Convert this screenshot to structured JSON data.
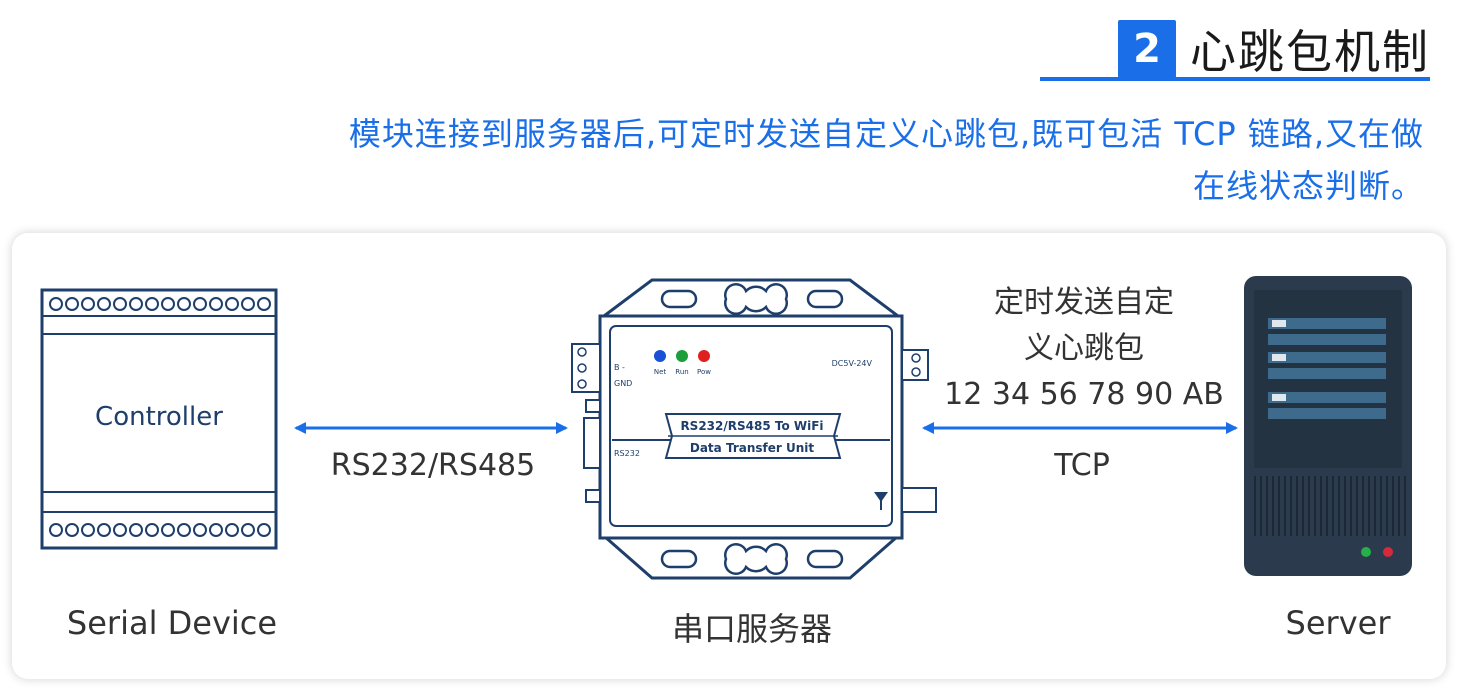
{
  "header": {
    "number": "2",
    "title": "心跳包机制"
  },
  "intro": {
    "line1": "模块连接到服务器后,可定时发送自定义心跳包,既可包活 TCP 链路,又在做",
    "line2": "在线状态判断。"
  },
  "devices": {
    "serial_device": {
      "label": "Controller",
      "caption": "Serial Device"
    },
    "serial_server": {
      "caption": "串口服务器",
      "body_line1": "RS232/RS485 To WiFi",
      "body_line2": "Data Transfer Unit",
      "led_labels": [
        "Net",
        "Run",
        "Pow"
      ],
      "left_terminal_labels": [
        "B -",
        "GND"
      ],
      "port_label": "RS232",
      "power_label": "DC5V-24V"
    },
    "server": {
      "caption": "Server"
    }
  },
  "links": {
    "serial_link": "RS232/RS485",
    "network_link": "TCP",
    "payload_line1": "定时发送自定",
    "payload_line2": "义心跳包",
    "payload_hex": "12 34 56 78 90 AB"
  },
  "colors": {
    "accent": "#1a6fe8",
    "device_outline": "#1e3f6b",
    "server_dark": "#2b3b4d",
    "led_net": "#1a4fd8",
    "led_run": "#1e9e3a",
    "led_pow": "#e02020"
  }
}
